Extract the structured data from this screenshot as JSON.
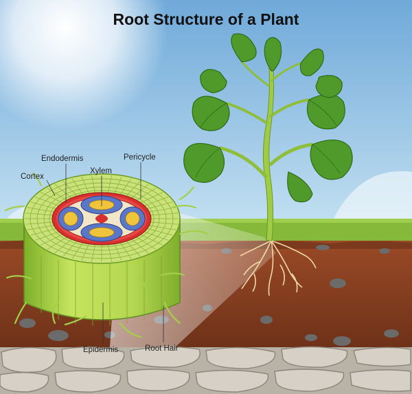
{
  "title": "Root Structure of a Plant",
  "labels": {
    "cortex": "Cortex",
    "endodermis": "Endodermis",
    "xylem": "Xylem",
    "pericycle": "Pericycle",
    "epidermis": "Epidermis",
    "root_hair": "Root Hair"
  },
  "colors": {
    "sky": "#9cc8e6",
    "grass": "#86b93a",
    "soil": "#8a3f22",
    "stone": "#cfc9c0",
    "root_green": "#b5db52",
    "vascular_red": "#d8302e",
    "phloem_blue": "#5b78c8",
    "xylem_yellow": "#f0c43c",
    "leaf": "#4f9a2a"
  }
}
